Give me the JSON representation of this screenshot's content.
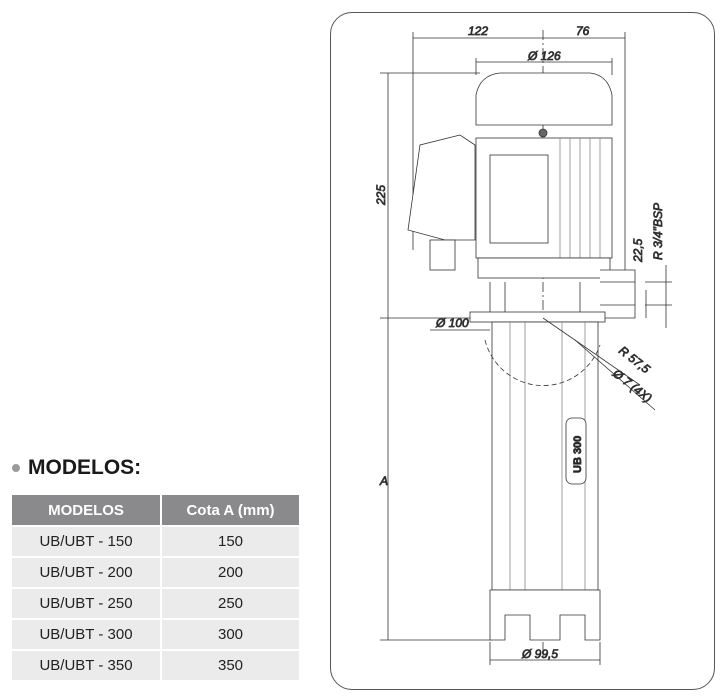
{
  "section_title": "MODELOS:",
  "table": {
    "headers": [
      "MODELOS",
      "Cota A (mm)"
    ],
    "rows": [
      [
        "UB/UBT - 150",
        "150"
      ],
      [
        "UB/UBT - 200",
        "200"
      ],
      [
        "UB/UBT - 250",
        "250"
      ],
      [
        "UB/UBT - 300",
        "300"
      ],
      [
        "UB/UBT - 350",
        "350"
      ]
    ]
  },
  "drawing": {
    "dim_left_width": "122",
    "dim_right_width": "76",
    "dim_motor_diameter": "Ø 126",
    "dim_motor_height": "225",
    "dim_outlet_offset": "22,5",
    "dim_outlet_thread": "R 3/4\"BSP",
    "dim_flange_diameter": "Ø 100",
    "dim_radius": "R 57,5",
    "dim_holes": "Ø 7 (4X)",
    "dim_A": "A",
    "dim_base_diameter": "Ø 99,5",
    "model_label": "UB 300"
  }
}
